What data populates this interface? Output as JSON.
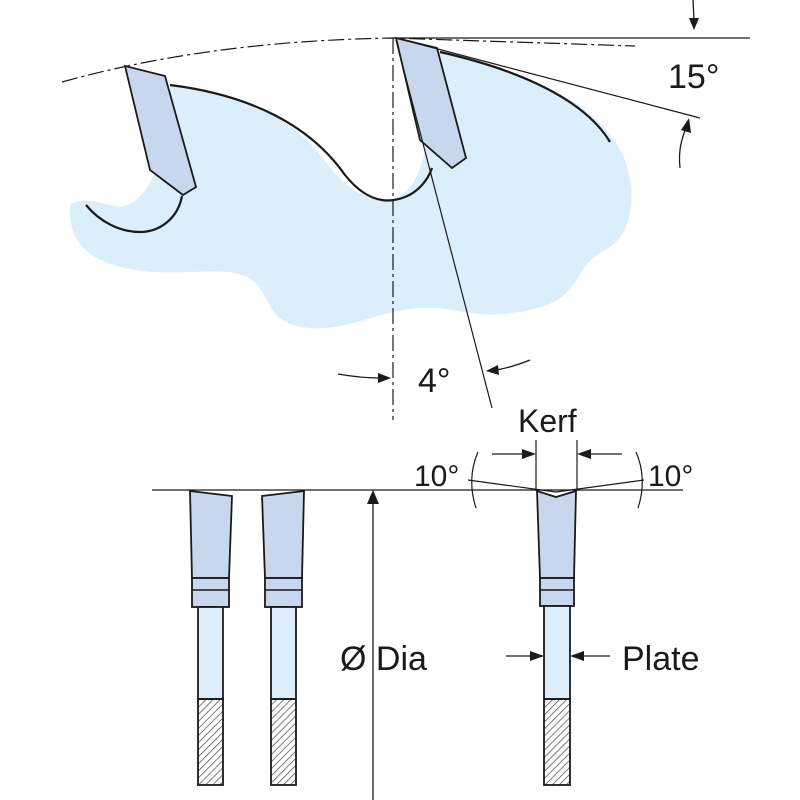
{
  "labels": {
    "hook_angle": "15°",
    "clearance_angle": "4°",
    "kerf": "Kerf",
    "bevel_left": "10°",
    "bevel_right": "10°",
    "diameter": "Ø Dia",
    "plate": "Plate"
  },
  "colors": {
    "stroke": "#1a1a1a",
    "blade_fill": "#dceefa",
    "tooth_fill": "#c9d7ee",
    "hatch": "#444444"
  }
}
